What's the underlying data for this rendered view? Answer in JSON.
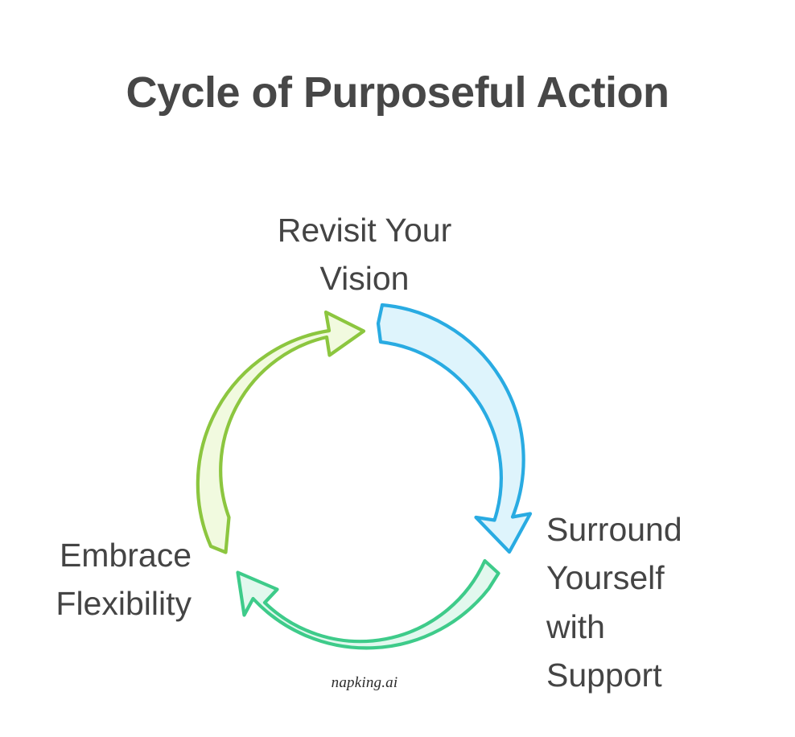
{
  "title": "Cycle of Purposeful Action",
  "watermark": "napking.ai",
  "colors": {
    "title_text": "#474747",
    "label_text": "#444444",
    "background": "#ffffff",
    "lime_stroke": "#8CC63F",
    "lime_fill": "#F1FADF",
    "blue_stroke": "#29ABE2",
    "blue_fill": "#DEF4FC",
    "green_stroke": "#3ECB8A",
    "green_fill": "#E2F8EE"
  },
  "chart_data": {
    "type": "diagram",
    "diagram_kind": "cycle",
    "title": "Cycle of Purposeful Action",
    "direction": "clockwise",
    "center": [
      452,
      590
    ],
    "radius": 186,
    "nodes": [
      {
        "id": "revisit-your-vision",
        "label": "Revisit Your\nVision",
        "position": "top",
        "align": "center"
      },
      {
        "id": "surround-yourself-with-support",
        "label": "Surround\nYourself\nwith\nSupport",
        "position": "right",
        "align": "left"
      },
      {
        "id": "embrace-flexibility",
        "label": "Embrace\nFlexibility",
        "position": "left",
        "align": "right"
      }
    ],
    "arrows": [
      {
        "id": "arrow-lime",
        "from": "embrace-flexibility",
        "to": "revisit-your-vision",
        "color": "#8CC63F",
        "fill": "#F1FADF",
        "start_angle_deg": 226,
        "end_angle_deg": 96,
        "sweep": "clockwise"
      },
      {
        "id": "arrow-blue",
        "from": "revisit-your-vision",
        "to": "surround-yourself-with-support",
        "color": "#29ABE2",
        "fill": "#DEF4FC",
        "start_angle_deg": 83,
        "end_angle_deg": 334,
        "sweep": "clockwise"
      },
      {
        "id": "arrow-green",
        "from": "surround-yourself-with-support",
        "to": "embrace-flexibility",
        "color": "#3ECB8A",
        "fill": "#E2F8EE",
        "start_angle_deg": 321,
        "end_angle_deg": 232,
        "sweep": "clockwise"
      }
    ]
  }
}
